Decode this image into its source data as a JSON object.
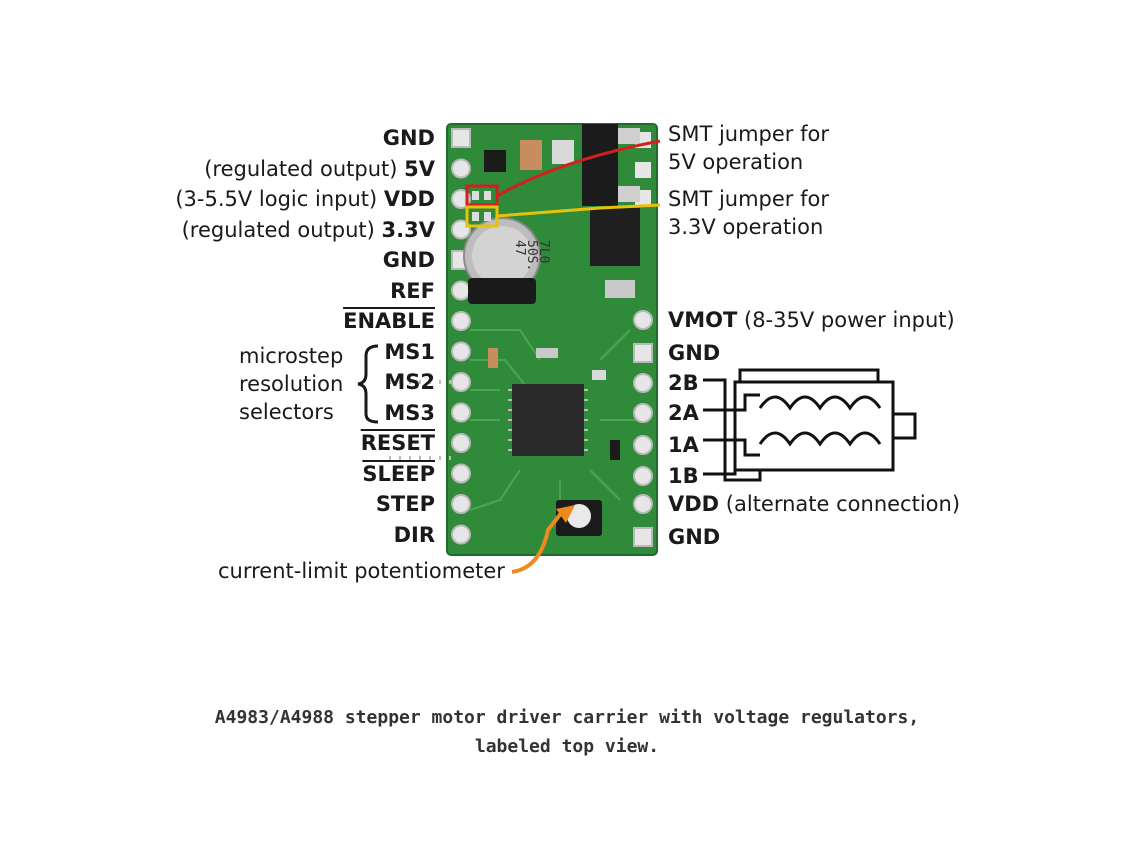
{
  "colors": {
    "board": "#2f8a3a",
    "board_edge": "#1f6b2a",
    "pad": "#e6e6e6",
    "red_jumper": "#d21f1f",
    "yellow_jumper": "#e8c20a",
    "orange_arrow": "#ec8a1e"
  },
  "left_pins": [
    {
      "prefix": "",
      "name": "GND"
    },
    {
      "prefix": "(regulated output) ",
      "name": "5V"
    },
    {
      "prefix": "(3-5.5V logic input) ",
      "name": "VDD"
    },
    {
      "prefix": "(regulated output) ",
      "name": "3.3V"
    },
    {
      "prefix": "",
      "name": "GND"
    },
    {
      "prefix": "",
      "name": "REF"
    },
    {
      "prefix": "",
      "name": "ENABLE"
    },
    {
      "prefix": "",
      "name": "MS1"
    },
    {
      "prefix": "",
      "name": "MS2"
    },
    {
      "prefix": "",
      "name": "MS3"
    },
    {
      "prefix": "",
      "name": "RESET"
    },
    {
      "prefix": "",
      "name": "SLEEP"
    },
    {
      "prefix": "",
      "name": "STEP"
    },
    {
      "prefix": "",
      "name": "DIR"
    }
  ],
  "microstep_label": [
    "microstep",
    "resolution",
    "selectors"
  ],
  "right_pins": [
    {
      "name": "VMOT",
      "suffix": " (8-35V power input)"
    },
    {
      "name": "GND",
      "suffix": ""
    },
    {
      "name": "2B",
      "suffix": ""
    },
    {
      "name": "2A",
      "suffix": ""
    },
    {
      "name": "1A",
      "suffix": ""
    },
    {
      "name": "1B",
      "suffix": ""
    },
    {
      "name": "VDD",
      "suffix": " (alternate connection)"
    },
    {
      "name": "GND",
      "suffix": ""
    }
  ],
  "jumper_5v": [
    "SMT jumper for",
    "5V operation"
  ],
  "jumper_3v3": [
    "SMT jumper for",
    "3.3V operation"
  ],
  "potentiometer_label": "current-limit potentiometer",
  "capacitor_text": [
    "47",
    "50S.",
    "7L0"
  ],
  "caption": [
    "A4983/A4988 stepper motor driver carrier with voltage regulators,",
    "labeled top view."
  ]
}
